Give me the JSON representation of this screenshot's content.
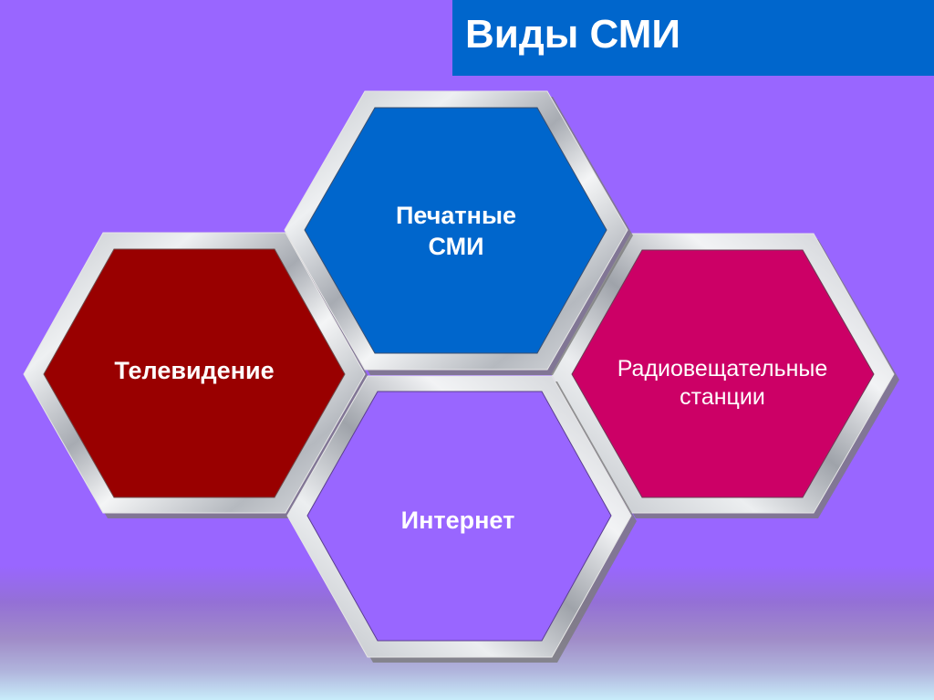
{
  "slide": {
    "title": "Виды СМИ",
    "background_color": "#9966ff",
    "title_box_color": "#0066cc"
  },
  "diagram": {
    "type": "honeycomb",
    "hexagons": [
      {
        "id": "print",
        "label_line1": "Печатные",
        "label_line2": "СМИ",
        "fill": "#0066cc",
        "position": "top-center"
      },
      {
        "id": "tv",
        "label_line1": "Телевидение",
        "label_line2": "",
        "fill": "#990000",
        "position": "middle-left"
      },
      {
        "id": "radio",
        "label_line1": "Радиовещательные",
        "label_line2": "станции",
        "fill": "#cc0066",
        "position": "middle-right"
      },
      {
        "id": "internet",
        "label_line1": "Интернет",
        "label_line2": "",
        "fill": "#9966ff",
        "position": "bottom-center"
      }
    ],
    "frame_style": "silver-metallic"
  }
}
